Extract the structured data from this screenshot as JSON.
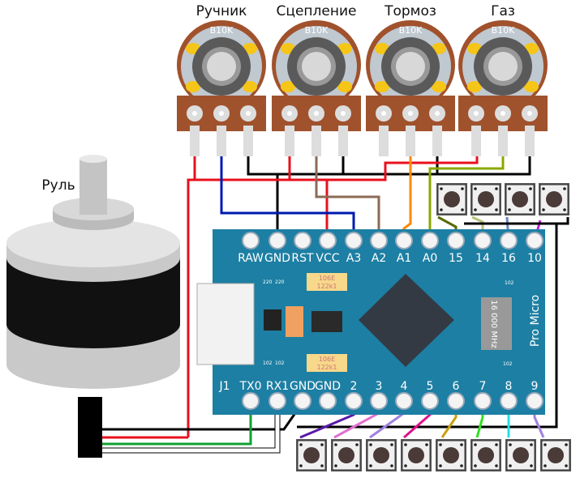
{
  "pots": [
    {
      "label": "Ручник",
      "value": "B10K"
    },
    {
      "label": "Сцепление",
      "value": "B10K"
    },
    {
      "label": "Тормоз",
      "value": "B10K"
    },
    {
      "label": "Газ",
      "value": "B10K"
    }
  ],
  "encoder_label": "Руль",
  "board": {
    "name": "Pro Micro",
    "crystal": "16 000 MHz",
    "cap_label_1": "106E",
    "cap_label_2": "122k1",
    "resistor_220": "220",
    "resistor_102": "102",
    "top_pins": [
      "RAW",
      "GND",
      "RST",
      "VCC",
      "A3",
      "A2",
      "A1",
      "A0",
      "15",
      "14",
      "16",
      "10"
    ],
    "bottom_pins": [
      "J1",
      "TX0",
      "RX1",
      "GND",
      "GND",
      "2",
      "3",
      "4",
      "5",
      "6",
      "7",
      "8",
      "9"
    ]
  },
  "colors": {
    "board": "#1d7fa3",
    "pot": "#a0522d",
    "wire_red": "#e8101e",
    "wire_black": "#000000",
    "wire_blue": "#0018b0",
    "wire_brown": "#8b6a55",
    "wire_orange": "#ff8a00",
    "wire_olive": "#8aa800"
  }
}
